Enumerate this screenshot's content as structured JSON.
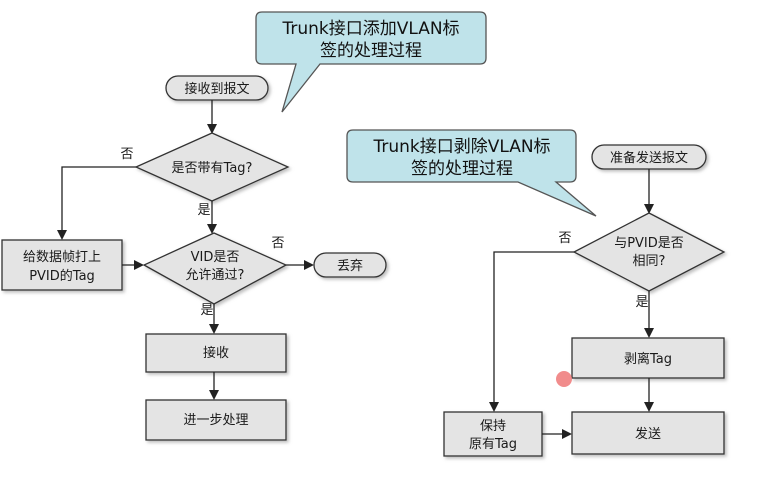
{
  "left_flow": {
    "callout": {
      "line1": "Trunk接口添加VLAN标",
      "line2": "签的处理过程"
    },
    "start": "接收到报文",
    "decision_tag": "是否带有Tag?",
    "no_label_1": "否",
    "yes_label_1": "是",
    "add_pvid_box": {
      "line1": "给数据帧打上",
      "line2": "PVID的Tag"
    },
    "decision_vid": {
      "line1": "VID是否",
      "line2": "允许通过?"
    },
    "no_label_2": "否",
    "yes_label_2": "是",
    "discard": "丢弃",
    "receive": "接收",
    "further": "进一步处理"
  },
  "right_flow": {
    "callout": {
      "line1": "Trunk接口剥除VLAN标",
      "line2": "签的处理过程"
    },
    "start": "准备发送报文",
    "decision_pvid": {
      "line1": "与PVID是否",
      "line2": "相同?"
    },
    "no_label": "否",
    "yes_label": "是",
    "strip_tag": "剥离Tag",
    "keep_tag": {
      "line1": "保持",
      "line2": "原有Tag"
    },
    "send": "发送"
  },
  "colors": {
    "callout_fill": "#bfe3ea",
    "box_fill": "#e4e4e4",
    "stroke": "#333333",
    "cursor_dot": "#f08080"
  }
}
